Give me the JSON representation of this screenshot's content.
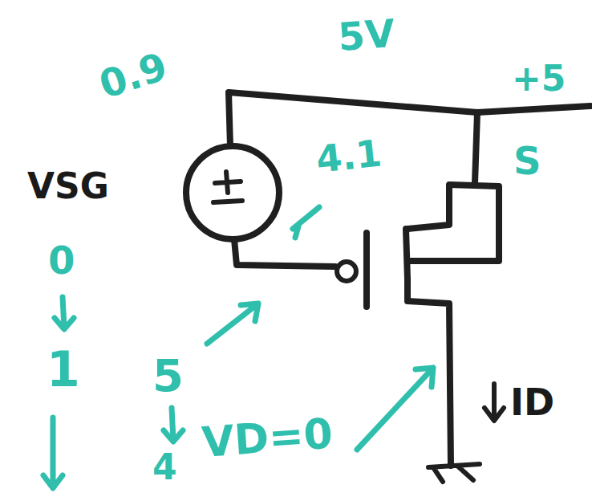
{
  "diagram": {
    "labels": [
      "5V",
      "0.9",
      "+5",
      "VSG",
      "4.1",
      "S",
      "0",
      "5",
      "ID",
      "VD=0",
      "1",
      "4"
    ]
  }
}
